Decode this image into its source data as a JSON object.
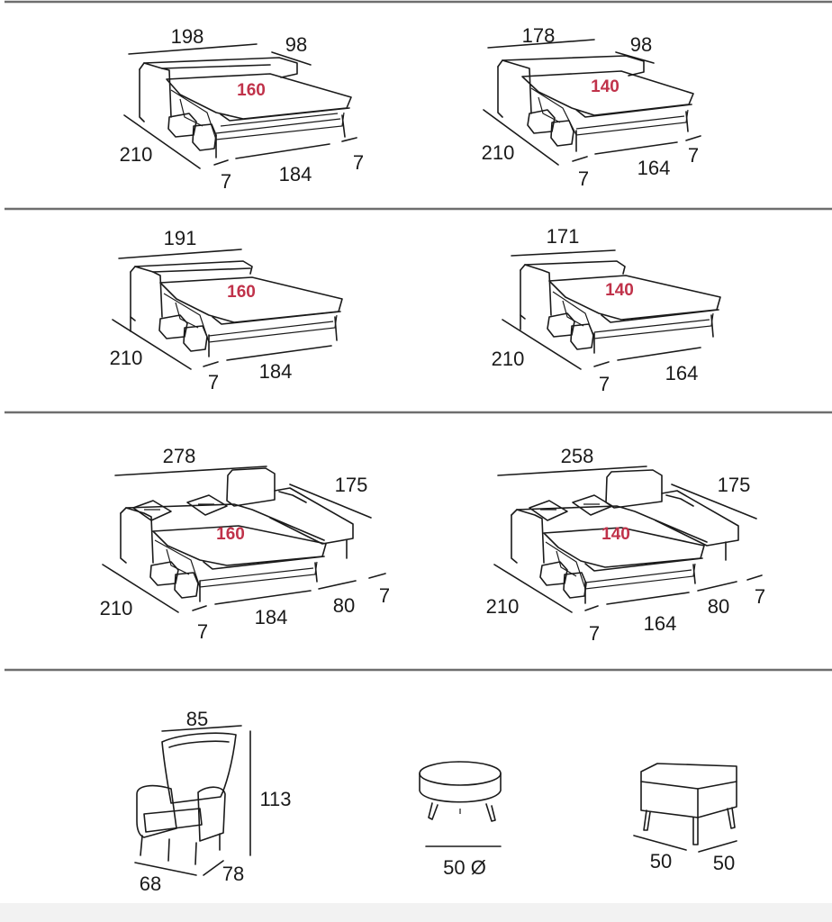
{
  "colors": {
    "bed_width_label": "#c0324a",
    "line": "#1a1a1a",
    "separator": "#6e6e6e"
  },
  "rows": [
    {
      "items": [
        {
          "name": "sofa-bed-160",
          "width": "198",
          "depth_top": "98",
          "depth": "210",
          "arm_left": "7",
          "bed_length": "184",
          "arm_right": "7",
          "bed_width": "160"
        },
        {
          "name": "sofa-bed-140",
          "width": "178",
          "depth_top": "98",
          "depth": "210",
          "arm_left": "7",
          "bed_length": "164",
          "arm_right": "7",
          "bed_width": "140"
        }
      ]
    },
    {
      "items": [
        {
          "name": "armless-sofa-bed-160",
          "width": "191",
          "depth": "210",
          "arm_left": "7",
          "bed_length": "184",
          "bed_width": "160"
        },
        {
          "name": "armless-sofa-bed-140",
          "width": "171",
          "depth": "210",
          "arm_left": "7",
          "bed_length": "164",
          "bed_width": "140"
        }
      ]
    },
    {
      "items": [
        {
          "name": "chaise-sofa-bed-160",
          "width": "278",
          "chaise_length": "175",
          "depth": "210",
          "arm_left": "7",
          "bed_length": "184",
          "chaise_width": "80",
          "arm_right": "7",
          "bed_width": "160"
        },
        {
          "name": "chaise-sofa-bed-140",
          "width": "258",
          "chaise_length": "175",
          "depth": "210",
          "arm_left": "7",
          "bed_length": "164",
          "chaise_width": "80",
          "arm_right": "7",
          "bed_width": "140"
        }
      ]
    }
  ],
  "accessories": {
    "armchair": {
      "width": "85",
      "height": "113",
      "depth": "68",
      "side": "78"
    },
    "round_pouf": {
      "diameter": "50 Ø"
    },
    "square_pouf": {
      "width": "50",
      "depth": "50"
    }
  }
}
